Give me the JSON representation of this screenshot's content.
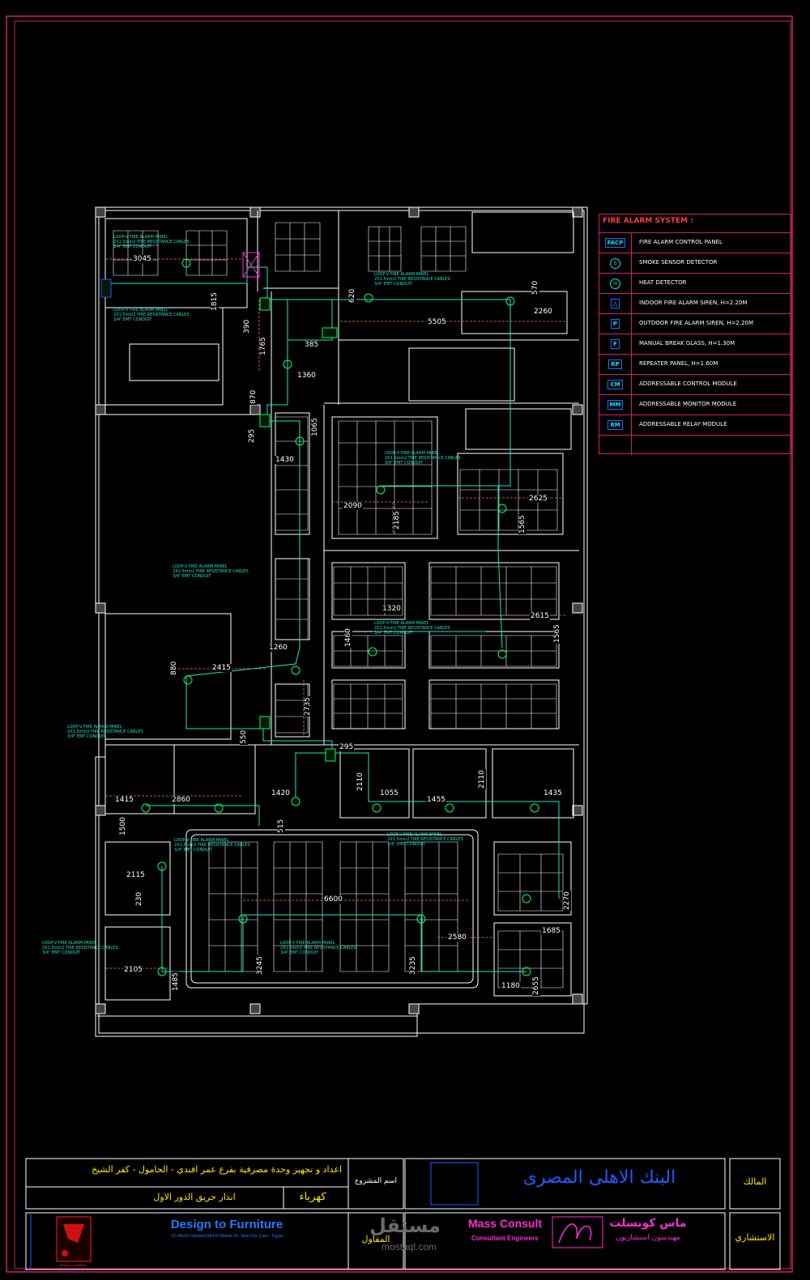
{
  "legend": {
    "title": "FIRE ALARM SYSTEM :",
    "items": [
      {
        "symbol": "FACP",
        "label": "FIRE ALARM CONTROL PANEL",
        "icon": "box"
      },
      {
        "symbol": "S",
        "label": "SMOKE SENSOR DETECTOR",
        "icon": "smoke-detector-icon"
      },
      {
        "symbol": "H",
        "label": "HEAT DETECTOR",
        "icon": "heat-detector-icon"
      },
      {
        "symbol": "",
        "label": "INDOOR FIRE ALARM SIREN, H=2.20M",
        "icon": "indoor-siren-icon"
      },
      {
        "symbol": "P",
        "label": "OUTDOOR FIRE ALARM SIREN, H=2.20M",
        "icon": "outdoor-siren-icon"
      },
      {
        "symbol": "F",
        "label": "MANUAL BREAK GLASS, H=1.30M",
        "icon": "box"
      },
      {
        "symbol": "RP",
        "label": "REPEATER PANEL, H=1.60M",
        "icon": "box"
      },
      {
        "symbol": "CM",
        "label": "ADDRESSABLE CONTROL MODULE",
        "icon": "box"
      },
      {
        "symbol": "MM",
        "label": "ADDRESSABLE MONITOR MODULE",
        "icon": "box"
      },
      {
        "symbol": "RM",
        "label": "ADDRESSABLE RELAY MODULE",
        "icon": "box"
      }
    ]
  },
  "notes": {
    "loop_line1": "LOOP-V FIRE ALARM PANEL",
    "loop_line2": "2X1.5mm2 FIRE RESISTANCE CABLES",
    "loop_line3": "3/4\" EMT CONDUIT"
  },
  "dimensions": [
    "3045",
    "1815",
    "390",
    "1765",
    "385",
    "1360",
    "620",
    "5505",
    "570",
    "2260",
    "870",
    "295",
    "1065",
    "1430",
    "2090",
    "2185",
    "2625",
    "1565",
    "1260",
    "1320",
    "1460",
    "2615",
    "1565",
    "880",
    "2415",
    "2735",
    "550",
    "295",
    "1415",
    "2860",
    "1420",
    "2110",
    "1055",
    "1455",
    "2110",
    "1435",
    "1500",
    "515",
    "2115",
    "230",
    "6600",
    "2270",
    "1685",
    "2105",
    "1485",
    "3245",
    "3235",
    "2580",
    "1180",
    "2655"
  ],
  "title_block": {
    "project_label": "اسم المشروع",
    "project_name": "اعداد و تجهيز وحدة مصرفية بفرع عمر افندي - الحامول - كفر الشيخ",
    "discipline": "كهرباء",
    "drawing_title": "انذار حريق الدور الاول",
    "owner_label": "المالك",
    "owner_name": "البنك الاهلى المصرى",
    "contractor_label": "المقاول",
    "consultant_label": "الاستشاري",
    "contractor_company": "Design to Furniture",
    "contractor_address": "12, Abd El Hameed Abd El Wahab St., New City, Cairo - Egypt",
    "contractor_tagline": "Design to furniture",
    "consultant_company_en": "Mass Consult",
    "consultant_sub_en": "Consultant Engineers",
    "consultant_company_ar": "ماس كونسلت",
    "consultant_sub_ar": "مهندسون استشاريون",
    "watermark_ar": "مستقل",
    "watermark_en": "mostaql.com"
  },
  "colors": {
    "background": "#000000",
    "frame": "#d0206a",
    "walls": "#ffffff",
    "cable": "#19e6c8",
    "dimension": "#ff7a3a",
    "device": "#00ff66",
    "accent_blue": "#1f5bff",
    "title_yellow": "#ffe600"
  }
}
